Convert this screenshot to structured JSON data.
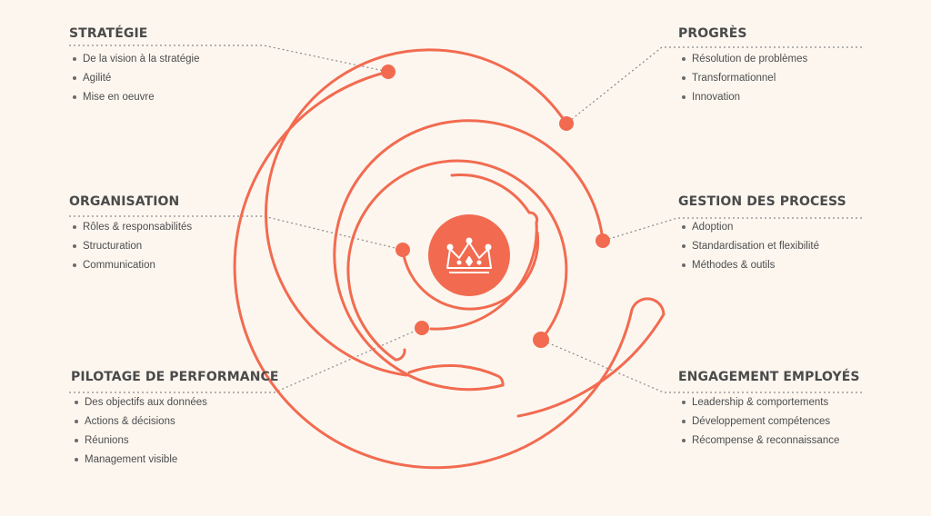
{
  "accent_color": "#f26b50",
  "background_color": "#fcf6ef",
  "center_icon": "crown-icon",
  "sections": {
    "strategie": {
      "title": "STRATÉGIE",
      "items": [
        "De la vision à la stratégie",
        "Agilité",
        "Mise en oeuvre"
      ]
    },
    "organisation": {
      "title": "ORGANISATION",
      "items": [
        "Rôles & responsabilités",
        "Structuration",
        "Communication"
      ]
    },
    "pilotage": {
      "title": "PILOTAGE DE PERFORMANCE",
      "items": [
        "Des objectifs aux données",
        "Actions & décisions",
        "Réunions",
        "Management visible"
      ]
    },
    "progres": {
      "title": "PROGRÈS",
      "items": [
        "Résolution de problèmes",
        "Transformationnel",
        "Innovation"
      ]
    },
    "gestion": {
      "title": "GESTION DES PROCESS",
      "items": [
        "Adoption",
        "Standardisation et flexibilité",
        "Méthodes & outils"
      ]
    },
    "engagement": {
      "title": "ENGAGEMENT EMPLOYÉS",
      "items": [
        "Leadership & comportements",
        "Développement compétences",
        "Récompense & reconnaissance"
      ]
    }
  }
}
